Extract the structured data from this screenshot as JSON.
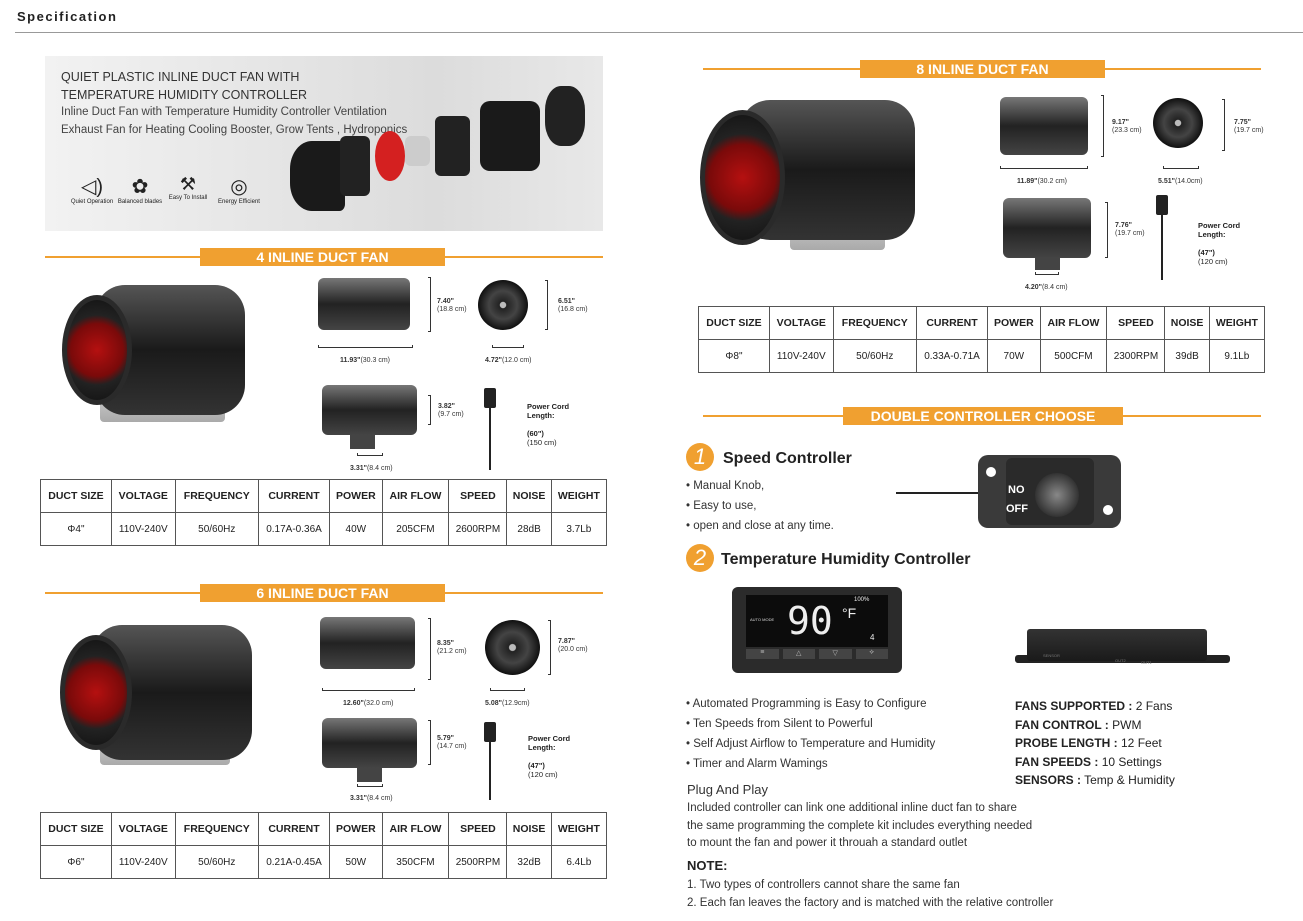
{
  "header": {
    "title": "Specification"
  },
  "hero": {
    "title1": "QUIET PLASTIC INLINE DUCT FAN WITH",
    "title2": "TEMPERATURE HUMIDITY CONTROLLER",
    "sub1": "Inline Duct Fan with Temperature Humidity Controller Ventilation",
    "sub2": "Exhaust Fan for Heating Cooling Booster, Grow Tents , Hydroponics",
    "features": [
      {
        "label": "Quiet Operation",
        "icon": "speaker-icon"
      },
      {
        "label": "Balanced blades",
        "icon": "fan-blade-icon"
      },
      {
        "label": "Easy To Install",
        "icon": "wrench-icon"
      },
      {
        "label": "Energy Efficient",
        "icon": "energy-icon"
      }
    ]
  },
  "table_headers": [
    "DUCT SIZE",
    "VOLTAGE",
    "FREQUENCY",
    "CURRENT",
    "POWER",
    "AIR FLOW",
    "SPEED",
    "NOISE",
    "WEIGHT"
  ],
  "fans": {
    "f4": {
      "title": "4 INLINE DUCT FAN",
      "h": "7.40\"",
      "hcm": "(18.8 cm)",
      "len": "11.93\"",
      "lencm": "(30.3 cm)",
      "fh": "6.51\"",
      "fhcm": "(16.8 cm)",
      "fw": "4.72\"",
      "fwcm": "(12.0 cm)",
      "bh": "3.82\"",
      "bhcm": "(9.7 cm)",
      "bw": "3.31\"",
      "bwcm": "(8.4 cm)",
      "cord_label1": "Power Cord",
      "cord_label2": "Length:",
      "cord_in": "(60\")",
      "cord_cm": "(150 cm)",
      "row": [
        "Φ4\"",
        "110V-240V",
        "50/60Hz",
        "0.17A-0.36A",
        "40W",
        "205CFM",
        "2600RPM",
        "28dB",
        "3.7Lb"
      ]
    },
    "f6": {
      "title": "6 INLINE DUCT FAN",
      "h": "8.35\"",
      "hcm": "(21.2 cm)",
      "len": "12.60\"",
      "lencm": "(32.0 cm)",
      "fh": "7.87\"",
      "fhcm": "(20.0 cm)",
      "fw": "5.08\"",
      "fwcm": "(12.9cm)",
      "bh": "5.79\"",
      "bhcm": "(14.7 cm)",
      "bw": "3.31\"",
      "bwcm": "(8.4 cm)",
      "cord_label1": "Power Cord",
      "cord_label2": "Length:",
      "cord_in": "(47\")",
      "cord_cm": "(120 cm)",
      "row": [
        "Φ6\"",
        "110V-240V",
        "50/60Hz",
        "0.21A-0.45A",
        "50W",
        "350CFM",
        "2500RPM",
        "32dB",
        "6.4Lb"
      ]
    },
    "f8": {
      "title": "8 INLINE DUCT FAN",
      "h": "9.17\"",
      "hcm": "(23.3 cm)",
      "len": "11.89\"",
      "lencm": "(30.2 cm)",
      "fh": "7.75\"",
      "fhcm": "(19.7 cm)",
      "fw": "5.51\"",
      "fwcm": "(14.0cm)",
      "bh": "7.76\"",
      "bhcm": "(19.7 cm)",
      "bw": "4.20\"",
      "bwcm": "(8.4 cm)",
      "cord_label1": "Power Cord",
      "cord_label2": "Length:",
      "cord_in": "(47\")",
      "cord_cm": "(120 cm)",
      "row": [
        "Φ8\"",
        "110V-240V",
        "50/60Hz",
        "0.33A-0.71A",
        "70W",
        "500CFM",
        "2300RPM",
        "39dB",
        "9.1Lb"
      ]
    }
  },
  "controllers": {
    "title": "DOUBLE CONTROLLER CHOOSE",
    "speed": {
      "num": "1",
      "title": "Speed Controller",
      "bullets": [
        "• Manual Knob,",
        "• Easy to use,",
        "• open and close at any time."
      ],
      "knob_on": "NO",
      "knob_off": "OFF"
    },
    "temp": {
      "num": "2",
      "title": "Temperature Humidity Controller",
      "display_temp": "90",
      "display_unit": "°F",
      "display_pct": "100%",
      "display_mode": "AUTO MODE",
      "display_speed": "4",
      "bullets": [
        "• Automated Programming is Easy to Configure",
        "• Ten Speeds from Silent to Powerful",
        "• Self Adjust Airflow to Temperature and Humidity",
        "• Timer and Alarm Wamings"
      ],
      "ports": [
        "SENSOR",
        "OUT2",
        "OUT1"
      ],
      "props": [
        {
          "k": "FANS SUPPORTED :",
          "v": " 2 Fans"
        },
        {
          "k": "FAN CONTROL :",
          "v": " PWM"
        },
        {
          "k": "PROBE LENGTH :",
          "v": " 12 Feet"
        },
        {
          "k": "FAN SPEEDS :",
          "v": " 10 Settings"
        },
        {
          "k": "SENSORS :",
          "v": " Temp & Humidity"
        }
      ]
    },
    "plug_title": "Plug And Play",
    "plug_lines": [
      "Included controller can link one additional inline duct fan to share",
      "the same programming the complete kit includes everything needed",
      "to mount the fan and power it throuah a standard outlet"
    ],
    "note_title": "NOTE:",
    "notes": [
      "1. Two types of controllers cannot share the same fan",
      "2. Each fan leaves the factory and is matched with the relative controller"
    ]
  }
}
